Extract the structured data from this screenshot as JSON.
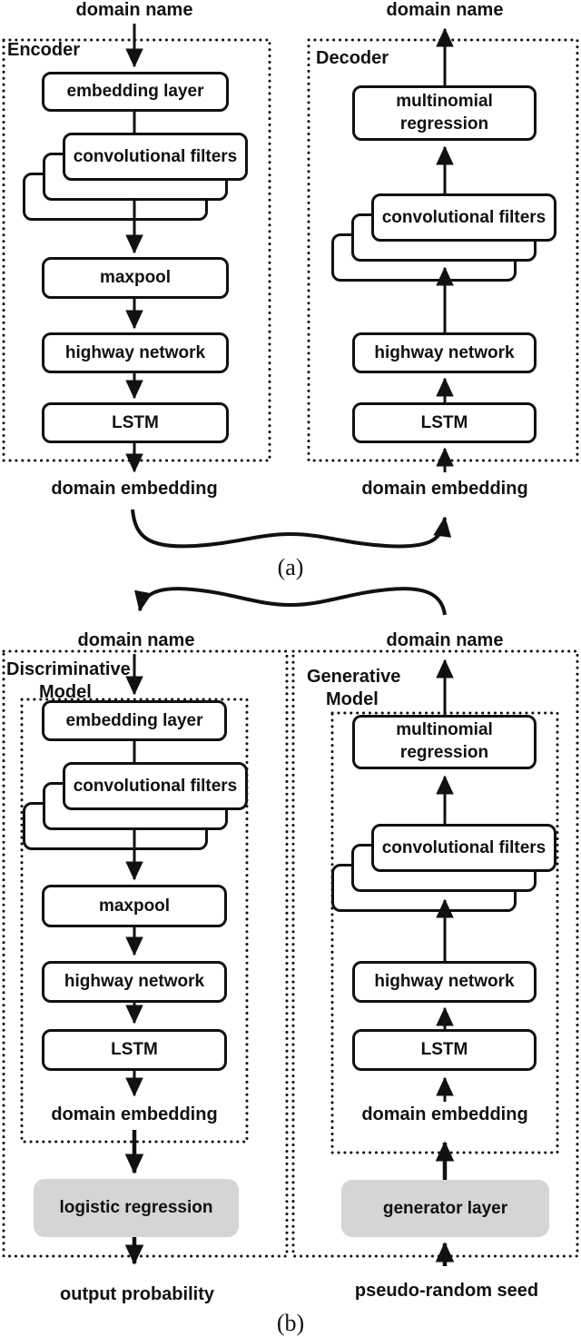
{
  "colors": {
    "ink": "#111111",
    "gray_fill": "#d5d5d5",
    "background": "#ffffff"
  },
  "panel_a": {
    "caption": "(a)",
    "encoder": {
      "label": "Encoder",
      "input_label": "domain name",
      "output_label": "domain embedding",
      "layers": {
        "embedding": "embedding layer",
        "conv": "convolutional filters",
        "maxpool": "maxpool",
        "highway": "highway network",
        "lstm": "LSTM"
      }
    },
    "decoder": {
      "label": "Decoder",
      "output_label": "domain name",
      "input_label": "domain embedding",
      "layers": {
        "multinomial": "multinomial regression",
        "conv": "convolutional filters",
        "highway": "highway network",
        "lstm": "LSTM"
      }
    }
  },
  "panel_b": {
    "caption": "(b)",
    "discriminative": {
      "label_line1": "Discriminative",
      "label_line2": "Model",
      "input_label": "domain name",
      "embedding_label": "domain embedding",
      "layers": {
        "embedding": "embedding layer",
        "conv": "convolutional filters",
        "maxpool": "maxpool",
        "highway": "highway network",
        "lstm": "LSTM"
      },
      "head": "logistic regression",
      "output_label": "output probability"
    },
    "generative": {
      "label_line1": "Generative",
      "label_line2": "Model",
      "output_label": "domain name",
      "embedding_label": "domain embedding",
      "layers": {
        "multinomial": "multinomial regression",
        "conv": "convolutional filters",
        "highway": "highway network",
        "lstm": "LSTM"
      },
      "head": "generator layer",
      "input_label": "pseudo-random seed"
    }
  }
}
